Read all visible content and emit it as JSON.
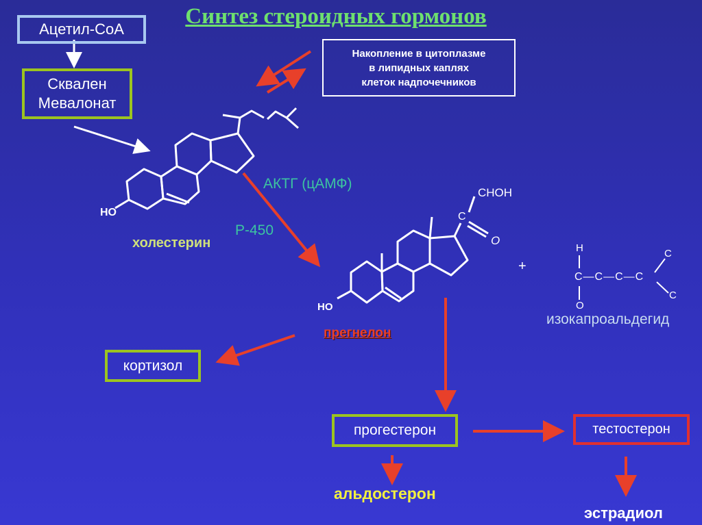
{
  "title": "Синтез стероидных гормонов",
  "boxes": {
    "acetyl_coa": "Ацетил-СоА",
    "squalene_line1": "Сквален",
    "squalene_line2": "Мевалонат",
    "storage_line1": "Накопление в цитоплазме",
    "storage_line2": "в липидных каплях",
    "storage_line3": "клеток надпочечников",
    "cortisol": "кортизол",
    "progesterone": "прогестерон",
    "testosterone": "тестостерон"
  },
  "labels": {
    "actg": "АКТГ (цАМФ)",
    "p450": "Р-450",
    "cholesterol": "холестерин",
    "ho1": "HO",
    "ho2": "HO",
    "pregnenolone": "прегнелон",
    "choh": "CHOH",
    "c17": "C",
    "o17": "O",
    "plus": "+",
    "iso_h": "H",
    "iso_chain": "C—C—C—C",
    "iso_c_top": "C",
    "iso_c_bottom": "C",
    "iso_o": "O",
    "isocaproaldehyde": "изокапроальдегид",
    "aldosterone": "альдостерон",
    "estradiol": "эстрадиол"
  },
  "colors": {
    "arrow_red": "#e8402a",
    "title_green": "#6ee06e",
    "box_green": "#9cc420",
    "box_blue": "#a8c8f0",
    "box_red": "#e03030"
  }
}
